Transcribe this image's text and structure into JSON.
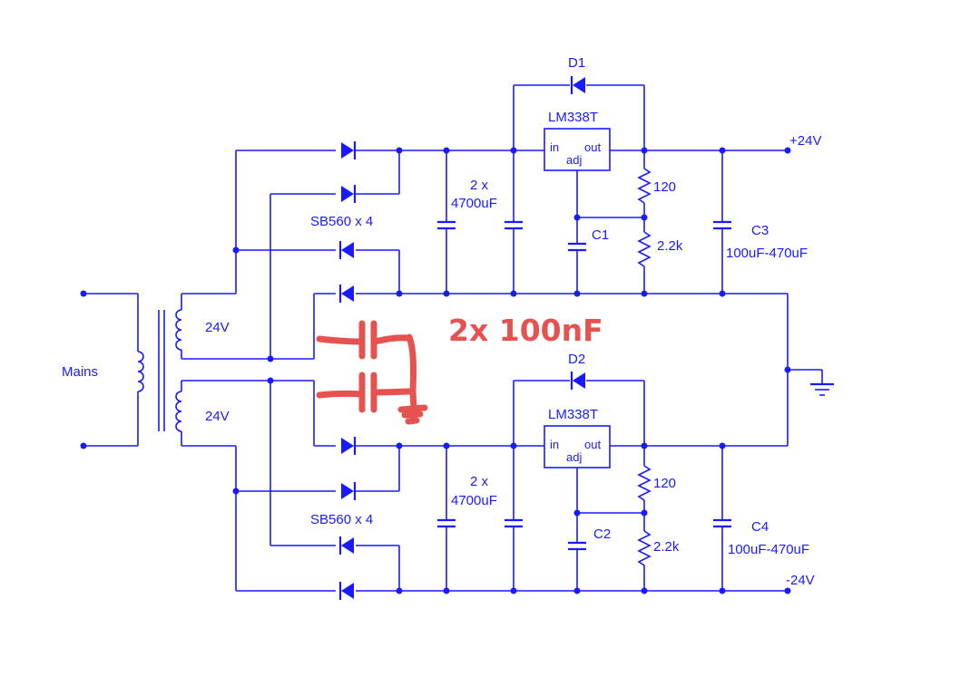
{
  "labels": {
    "d1": "D1",
    "d2": "D2",
    "reg_top": "LM338T",
    "reg_bottom": "LM338T",
    "pin_in": "in",
    "pin_out": "out",
    "pin_adj": "adj",
    "v_pos": "+24V",
    "v_neg": "-24V",
    "rect_top": "SB560 x 4",
    "rect_bottom": "SB560 x 4",
    "cap_count": "2 x",
    "cap_value": "4700uF",
    "r_top_upper": "120",
    "r_top_lower": "2.2k",
    "r_bot_upper": "120",
    "r_bot_lower": "2.2k",
    "c1": "C1",
    "c2": "C2",
    "c3": "C3",
    "c4": "C4",
    "c_out_value": "100uF-470uF",
    "mains": "Mains",
    "sec_top": "24V",
    "sec_bottom": "24V",
    "annotation": "2x 100nF"
  },
  "colors": {
    "wire": "#1a1aff",
    "annotation": "#e5524f",
    "background": "#ffffff"
  }
}
